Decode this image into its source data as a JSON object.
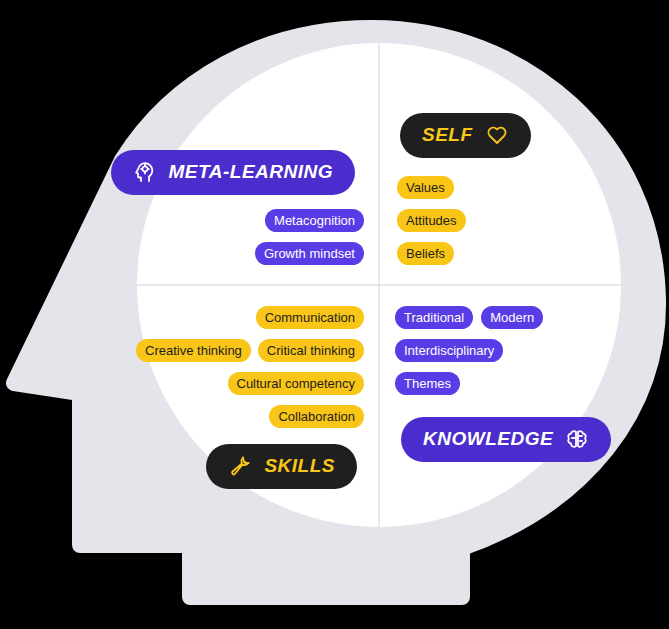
{
  "diagram": {
    "nodes": [
      {
        "text": [
          "SELF"
        ]
      },
      {
        "text": [
          "META-LEARNING"
        ]
      },
      {
        "text": [
          "Values"
        ]
      },
      {
        "text": [
          "Metacognition"
        ]
      },
      {
        "text": [
          "Attitudes"
        ]
      },
      {
        "text": [
          "Growth mindset"
        ]
      },
      {
        "text": [
          "Beliefs"
        ]
      },
      {
        "text": [
          "Communication"
        ]
      },
      {
        "text": [
          "Traditional"
        ]
      },
      {
        "text": [
          "Modern"
        ]
      },
      {
        "text": [
          "Creative thinking"
        ]
      },
      {
        "text": [
          "Critical thinking"
        ]
      },
      {
        "text": [
          "Interdisciplinary"
        ]
      },
      {
        "text": [
          "Cultural competency"
        ]
      },
      {
        "text": [
          "Themes"
        ]
      },
      {
        "text": [
          "Collaboration"
        ]
      },
      {
        "text": [
          "KNOWLEDGE"
        ]
      },
      {
        "text": [
          "SKILLS"
        ]
      }
    ]
  }
}
